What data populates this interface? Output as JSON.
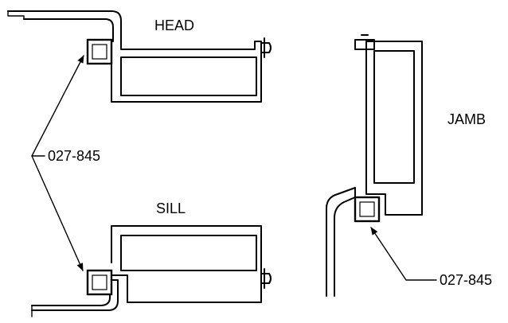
{
  "labels": {
    "head": "HEAD",
    "sill": "SILL",
    "jamb": "JAMB",
    "part_left": "027-845",
    "part_right": "027-845"
  },
  "colors": {
    "line": "#000000",
    "background": "#ffffff"
  }
}
